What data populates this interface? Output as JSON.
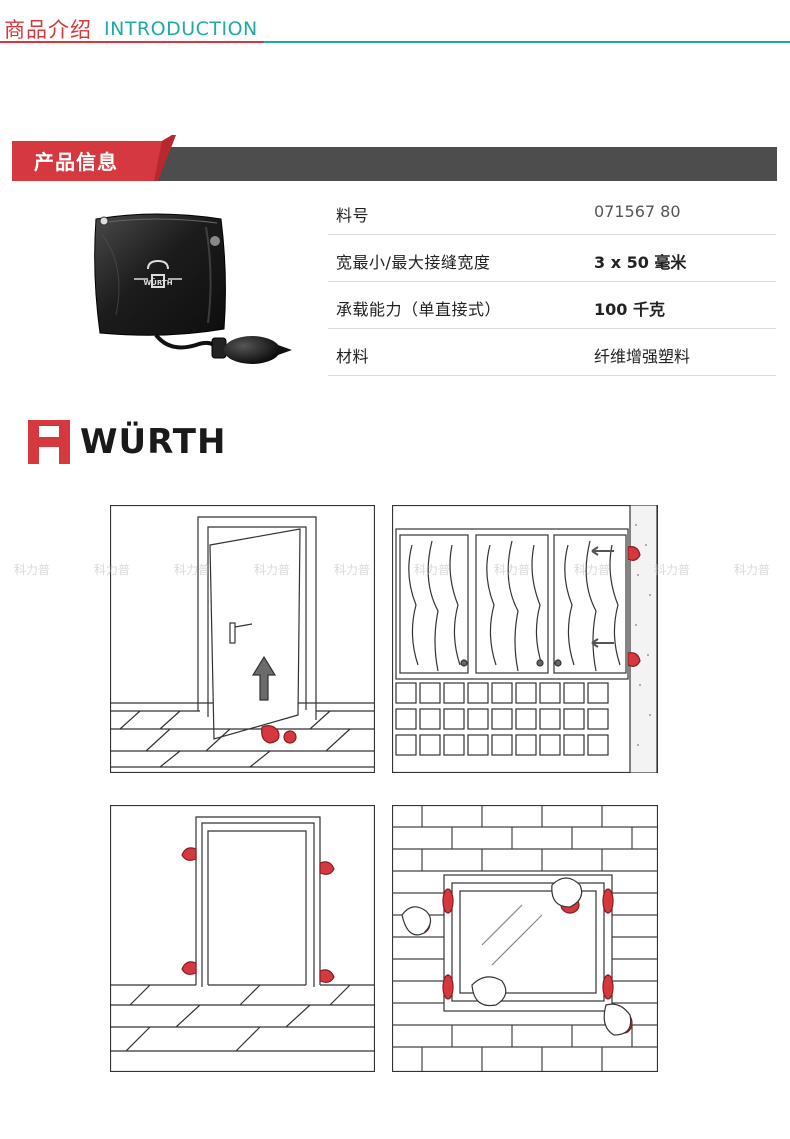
{
  "header": {
    "title_cn": "商品介绍",
    "title_en": "INTRODUCTION"
  },
  "section": {
    "title": "产品信息"
  },
  "specs": [
    {
      "key": "料号",
      "value": "071567 80"
    },
    {
      "key": "宽最小/最大接缝宽度",
      "value": "3 x 50 毫米"
    },
    {
      "key": "承载能力（单直接式）",
      "value": "100 千克"
    },
    {
      "key": "材料",
      "value": "纤维增强塑料"
    }
  ],
  "brand": {
    "name": "WÜRTH",
    "bag_print": "WÜRTH"
  },
  "watermark": {
    "text": "科力普"
  },
  "colors": {
    "brand_red": "#d5383e",
    "accent_teal": "#20a9a8",
    "bar_gray": "#4d4d4d"
  }
}
